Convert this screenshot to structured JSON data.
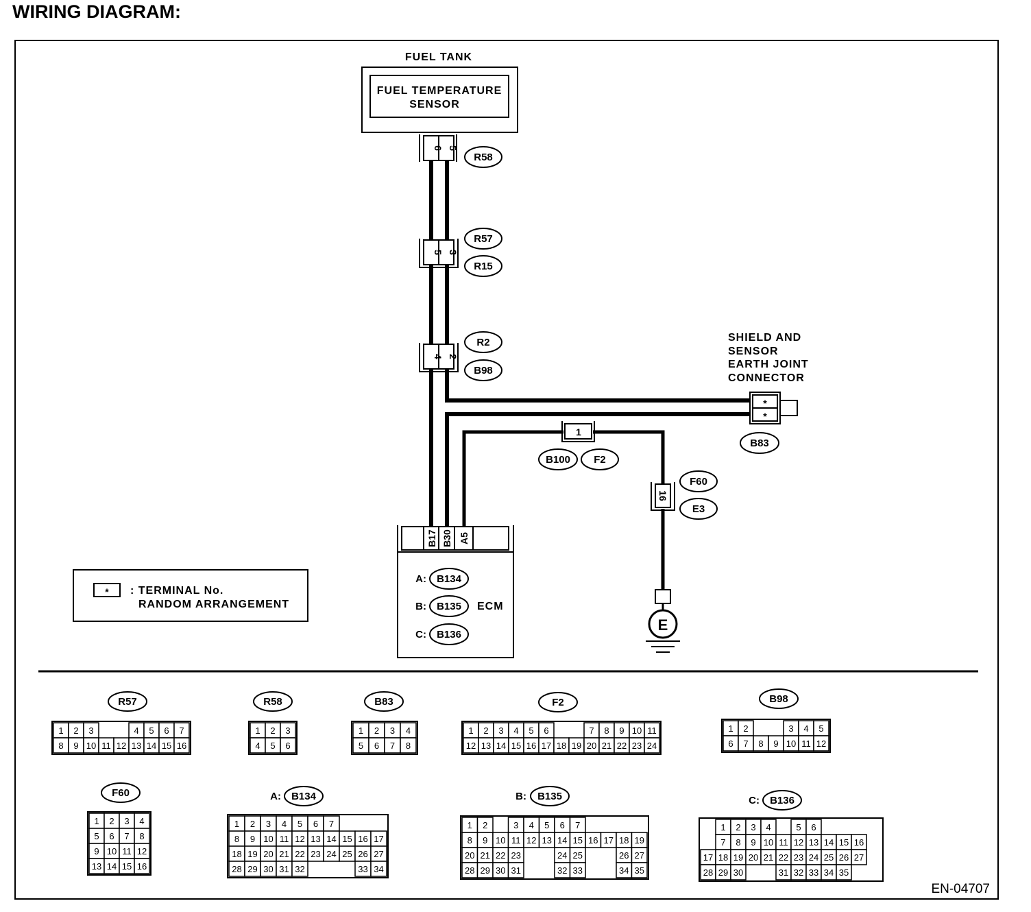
{
  "title": "WIRING DIAGRAM:",
  "diagram_code": "EN-04707",
  "fuel_tank": {
    "label": "FUEL TANK",
    "sensor_line1": "FUEL TEMPERATURE",
    "sensor_line2": "SENSOR"
  },
  "shield_joint": {
    "line1": "SHIELD AND",
    "line2": "SENSOR",
    "line3": "EARTH JOINT",
    "line4": "CONNECTOR",
    "pins": [
      "*",
      "*"
    ],
    "tag": "B83"
  },
  "connectors": {
    "r58": {
      "tag": "R58",
      "pins": [
        "6",
        "5"
      ]
    },
    "r57_r15": {
      "tags": [
        "R57",
        "R15"
      ],
      "pins": [
        "5",
        "3"
      ]
    },
    "r2_b98": {
      "tags": [
        "R2",
        "B98"
      ],
      "pins": [
        "4",
        "2"
      ]
    },
    "b100_f2": {
      "tags": [
        "B100",
        "F2"
      ],
      "pin": "1"
    },
    "f60_e3": {
      "tags": [
        "F60",
        "E3"
      ],
      "pin": "16"
    }
  },
  "ecm": {
    "label": "ECM",
    "pins": [
      "B17",
      "B30",
      "A5"
    ],
    "connectors": [
      {
        "prefix": "A:",
        "tag": "B134"
      },
      {
        "prefix": "B:",
        "tag": "B135"
      },
      {
        "prefix": "C:",
        "tag": "B136"
      }
    ]
  },
  "ground_label": "E",
  "legend": {
    "symbol": "*",
    "line1": ": TERMINAL No.",
    "line2": "RANDOM ARRANGEMENT"
  },
  "faces": {
    "r57": {
      "tag": "R57",
      "rows": [
        [
          "1",
          "2",
          "3",
          "",
          "",
          "4",
          "5",
          "6",
          "7"
        ],
        [
          "8",
          "9",
          "10",
          "11",
          "12",
          "13",
          "14",
          "15",
          "16"
        ]
      ]
    },
    "r58": {
      "tag": "R58",
      "rows": [
        [
          "1",
          "2",
          "3"
        ],
        [
          "4",
          "5",
          "6"
        ]
      ]
    },
    "b83": {
      "tag": "B83",
      "rows": [
        [
          "1",
          "2",
          "3",
          "4"
        ],
        [
          "5",
          "6",
          "7",
          "8"
        ]
      ]
    },
    "f2": {
      "tag": "F2",
      "rows": [
        [
          "1",
          "2",
          "3",
          "4",
          "5",
          "6",
          "",
          "",
          "7",
          "8",
          "9",
          "10",
          "11"
        ],
        [
          "12",
          "13",
          "14",
          "15",
          "16",
          "17",
          "18",
          "19",
          "20",
          "21",
          "22",
          "23",
          "24"
        ]
      ]
    },
    "b98": {
      "tag": "B98",
      "rows": [
        [
          "1",
          "2",
          "",
          "",
          "3",
          "4",
          "5"
        ],
        [
          "6",
          "7",
          "8",
          "9",
          "10",
          "11",
          "12"
        ]
      ]
    },
    "f60": {
      "tag": "F60",
      "rows": [
        [
          "1",
          "2",
          "3",
          "4"
        ],
        [
          "5",
          "6",
          "7",
          "8"
        ],
        [
          "9",
          "10",
          "11",
          "12"
        ],
        [
          "13",
          "14",
          "15",
          "16"
        ]
      ]
    },
    "b134": {
      "prefix": "A:",
      "tag": "B134",
      "rows": [
        [
          "1",
          "2",
          "3",
          "4",
          "5",
          "6",
          "7"
        ],
        [
          "8",
          "9",
          "10",
          "11",
          "12",
          "13",
          "14",
          "15",
          "16",
          "17"
        ],
        [
          "18",
          "19",
          "20",
          "21",
          "22",
          "23",
          "24",
          "25",
          "26",
          "27"
        ],
        [
          "28",
          "29",
          "30",
          "31",
          "32",
          "",
          "",
          "",
          "33",
          "34"
        ]
      ]
    },
    "b135": {
      "prefix": "B:",
      "tag": "B135",
      "rows": [
        [
          "1",
          "2",
          "",
          "3",
          "4",
          "5",
          "6",
          "7"
        ],
        [
          "8",
          "9",
          "10",
          "11",
          "12",
          "13",
          "14",
          "15",
          "16",
          "17",
          "18",
          "19"
        ],
        [
          "20",
          "21",
          "22",
          "23",
          "",
          "",
          "24",
          "25",
          "",
          "",
          "26",
          "27"
        ],
        [
          "28",
          "29",
          "30",
          "31",
          "",
          "",
          "32",
          "33",
          "",
          "",
          "34",
          "35"
        ]
      ]
    },
    "b136": {
      "prefix": "C:",
      "tag": "B136",
      "rows": [
        [
          "1",
          "2",
          "3",
          "4",
          "",
          "5",
          "6"
        ],
        [
          "7",
          "8",
          "9",
          "10",
          "11",
          "12",
          "13",
          "14",
          "15",
          "16"
        ],
        [
          "17",
          "18",
          "19",
          "20",
          "21",
          "22",
          "23",
          "24",
          "25",
          "26",
          "27"
        ],
        [
          "28",
          "29",
          "30",
          "",
          "",
          "31",
          "32",
          "33",
          "34",
          "35"
        ]
      ]
    }
  }
}
